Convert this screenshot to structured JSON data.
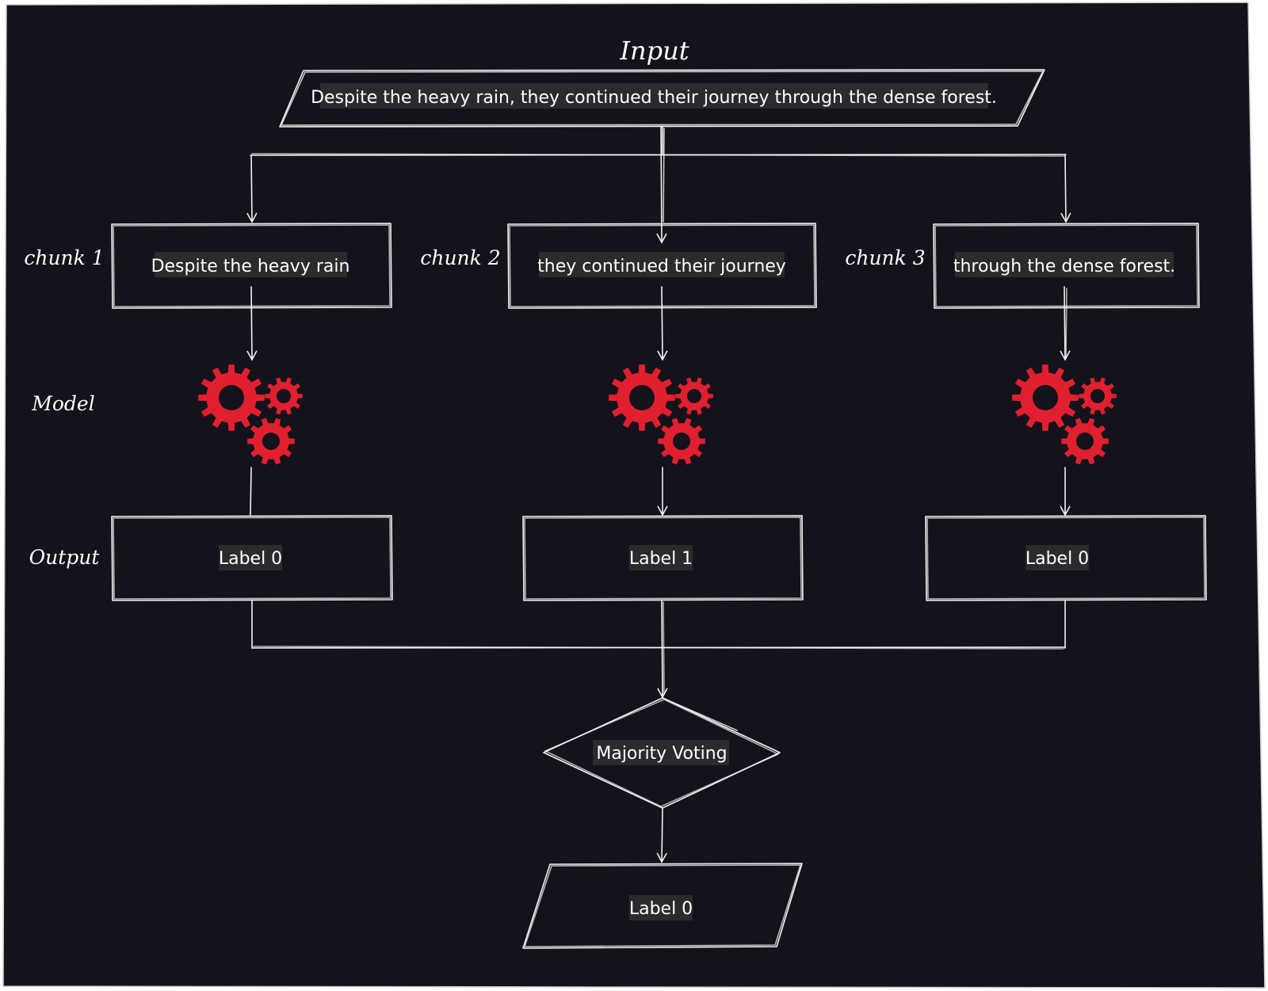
{
  "input_label": "Input",
  "input_text": "Despite the heavy rain, they continued their journey through the dense forest.",
  "chunks": [
    {
      "label": "chunk 1",
      "text": "Despite the heavy rain"
    },
    {
      "label": "chunk 2",
      "text": "they continued their journey"
    },
    {
      "label": "chunk 3",
      "text": "through the dense forest."
    }
  ],
  "model_label": "Model",
  "output_label": "Output",
  "outputs": [
    "Label 0",
    "Label 1",
    "Label 0"
  ],
  "decision_text": "Majority Voting",
  "final_output": "Label 0",
  "colors": {
    "background": "#14121b",
    "stroke": "#f2f2f2",
    "gear": "#e0202f",
    "text_highlight": "#2b2b2b"
  }
}
